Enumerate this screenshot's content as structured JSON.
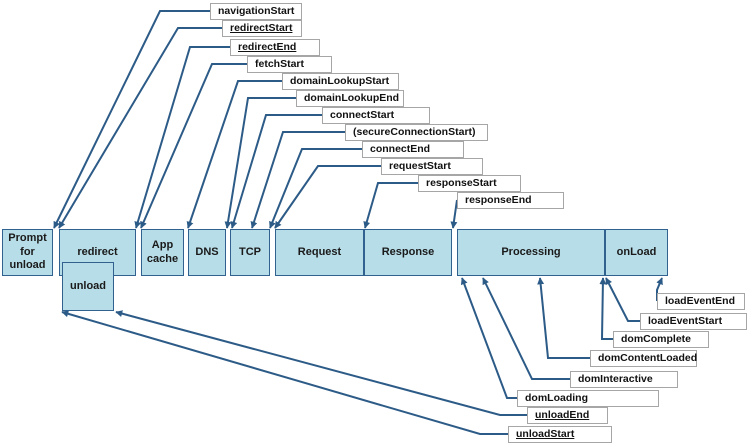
{
  "colors": {
    "box_fill": "#b7dde8",
    "box_border": "#31618f",
    "arrow": "#2d5b87",
    "label_border": "#a6a6a6"
  },
  "phases": {
    "prompt": [
      "Prompt",
      "for",
      "unload"
    ],
    "redirect": [
      "redirect"
    ],
    "unload": [
      "unload"
    ],
    "appcache": [
      "App",
      "cache"
    ],
    "dns": [
      "DNS"
    ],
    "tcp": [
      "TCP"
    ],
    "request": [
      "Request"
    ],
    "response": [
      "Response"
    ],
    "processing": [
      "Processing"
    ],
    "onload": [
      "onLoad"
    ]
  },
  "labels": {
    "navigationStart": "navigationStart",
    "redirectStart": "redirectStart",
    "redirectEnd": "redirectEnd",
    "fetchStart": "fetchStart",
    "domainLookupStart": "domainLookupStart",
    "domainLookupEnd": "domainLookupEnd",
    "connectStart": "connectStart",
    "secureConnectionStart": "(secureConnectionStart)",
    "connectEnd": "connectEnd",
    "requestStart": "requestStart",
    "responseStart": "responseStart",
    "responseEnd": "responseEnd",
    "loadEventEnd": "loadEventEnd",
    "loadEventStart": "loadEventStart",
    "domComplete": "domComplete",
    "domContentLoaded": "domContentLoaded",
    "domInteractive": "domInteractive",
    "domLoading": "domLoading",
    "unloadEnd": "unloadEnd",
    "unloadStart": "unloadStart"
  }
}
